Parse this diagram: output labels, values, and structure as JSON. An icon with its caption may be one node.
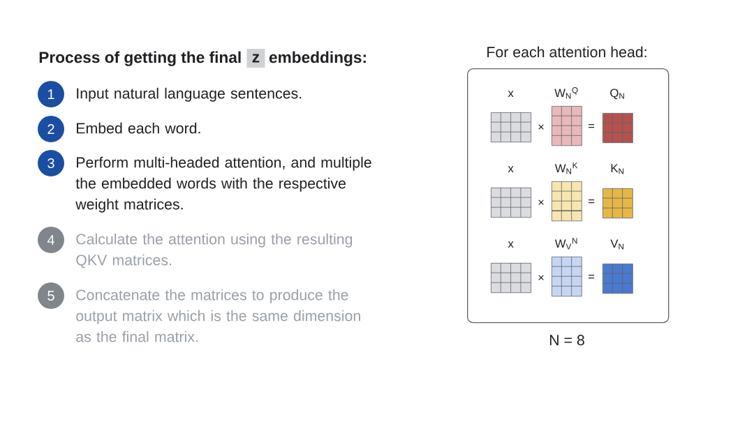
{
  "diagram": {
    "nodes": [
      {
        "text": [
          "z"
        ]
      },
      {
        "text": [
          "1"
        ],
        "beside": [
          "Input natural language sentences."
        ]
      },
      {
        "text": [
          "2"
        ],
        "beside": [
          "Embed each word."
        ]
      },
      {
        "text": [
          "3"
        ],
        "beside": [
          "Perform multi-headed attention, and multiple the embedded words with the respective weight matrices."
        ]
      },
      {
        "text": [
          "4"
        ],
        "beside": [
          "Calculate the attention using the resulting QKV matrices."
        ]
      },
      {
        "text": [
          "5"
        ],
        "beside": [
          "Concatenate the matrices to produce the output matrix which is the same dimension as the final matrix."
        ]
      },
      {
        "text": [
          "For each attention head:"
        ],
        "beside": [
          "N = 8"
        ]
      },
      {
        "text": [
          "x"
        ],
        "in": 6
      },
      {
        "text": [
          "W$_{N}$$^{Q}$"
        ],
        "in": 6
      },
      {
        "text": [
          "Q$_{N}$"
        ],
        "in": 6
      },
      {
        "text": [
          "x"
        ],
        "in": 6
      },
      {
        "text": [
          "W$_{N}$$^{K}$"
        ],
        "in": 6
      },
      {
        "text": [
          "K$_{N}$"
        ],
        "in": 6
      },
      {
        "text": [
          "x"
        ],
        "in": 6
      },
      {
        "text": [
          "W$_{V}$$^{N}$"
        ],
        "in": 6
      },
      {
        "text": [
          "V$_{N}$"
        ],
        "in": 6
      }
    ],
    "labels": [
      "Process of getting the final",
      "embeddings:",
      "×",
      "=",
      "×",
      "=",
      "×",
      "="
    ]
  }
}
